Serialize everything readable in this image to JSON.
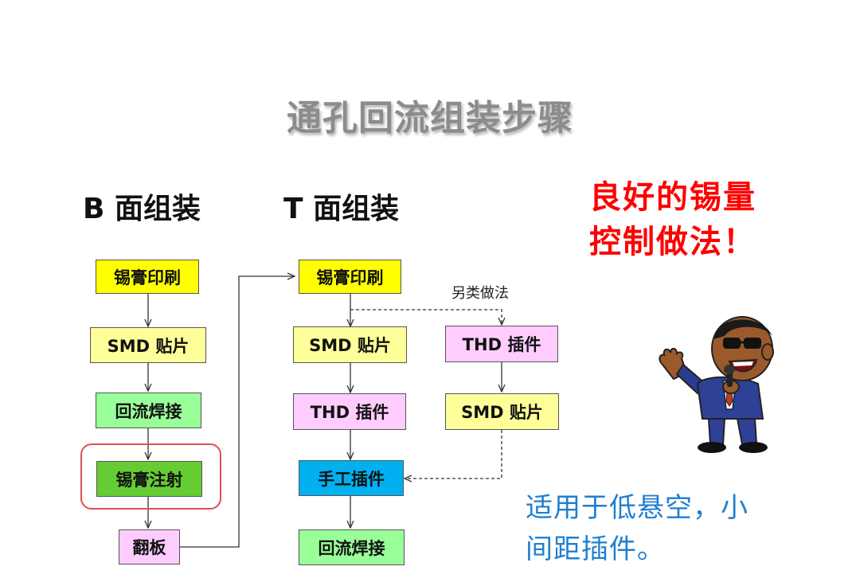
{
  "title": "通孔回流组装步骤",
  "b_side": {
    "heading": "B 面组装",
    "steps": [
      "锡膏印刷",
      "SMD 贴片",
      "回流焊接",
      "锡膏注射",
      "翻板"
    ]
  },
  "t_side": {
    "heading": "T 面组装",
    "steps": [
      "锡膏印刷",
      "SMD 贴片",
      "THD 插件",
      "手工插件",
      "回流焊接"
    ],
    "alt_label": "另类做法",
    "alt_steps": [
      "THD 插件",
      "SMD 贴片"
    ]
  },
  "callout": {
    "line1": "良好的锡量",
    "line2": "控制做法！"
  },
  "usage": {
    "line1": "适用于低悬空，小",
    "line2": "间距插件。"
  },
  "colors": {
    "title": "#8c8c8c",
    "callout": "#ff0000",
    "usage": "#1f7fd0",
    "yellow": "#ffff00",
    "light_yellow": "#ffff99",
    "light_green": "#99ff99",
    "green": "#66cc33",
    "pink": "#ffccff",
    "blue": "#00b0f0",
    "ring": "#e05050"
  },
  "mascot": {
    "icon": "presenter-with-microphone-icon"
  }
}
